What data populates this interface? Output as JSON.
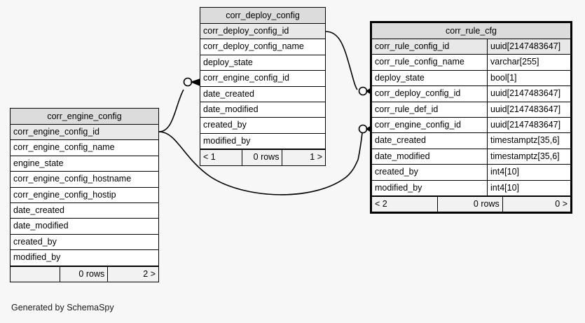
{
  "diagram": {
    "footer_text": "Generated by SchemaSpy",
    "background_color": "#f7f7f7",
    "line_color": "#000000",
    "header_fill": "#dcdcdc",
    "pk_fill": "#e8e8e8"
  },
  "tables": [
    {
      "id": "corr_engine_config",
      "title": "corr_engine_config",
      "columns": [
        {
          "name": "corr_engine_config_id",
          "type": "",
          "pk": true
        },
        {
          "name": "corr_engine_config_name",
          "type": "",
          "pk": false
        },
        {
          "name": "engine_state",
          "type": "",
          "pk": false
        },
        {
          "name": "corr_engine_config_hostname",
          "type": "",
          "pk": false
        },
        {
          "name": "corr_engine_config_hostip",
          "type": "",
          "pk": false
        },
        {
          "name": "date_created",
          "type": "",
          "pk": false
        },
        {
          "name": "date_modified",
          "type": "",
          "pk": false
        },
        {
          "name": "created_by",
          "type": "",
          "pk": false
        },
        {
          "name": "modified_by",
          "type": "",
          "pk": false
        }
      ],
      "footer": {
        "prev": "",
        "rows": "0 rows",
        "next": "2 >"
      }
    },
    {
      "id": "corr_deploy_config",
      "title": "corr_deploy_config",
      "columns": [
        {
          "name": "corr_deploy_config_id",
          "type": "",
          "pk": true
        },
        {
          "name": "corr_deploy_config_name",
          "type": "",
          "pk": false
        },
        {
          "name": "deploy_state",
          "type": "",
          "pk": false
        },
        {
          "name": "corr_engine_config_id",
          "type": "",
          "pk": false
        },
        {
          "name": "date_created",
          "type": "",
          "pk": false
        },
        {
          "name": "date_modified",
          "type": "",
          "pk": false
        },
        {
          "name": "created_by",
          "type": "",
          "pk": false
        },
        {
          "name": "modified_by",
          "type": "",
          "pk": false
        }
      ],
      "footer": {
        "prev": "< 1",
        "rows": "0 rows",
        "next": "1 >"
      }
    },
    {
      "id": "corr_rule_cfg",
      "title": "corr_rule_cfg",
      "columns": [
        {
          "name": "corr_rule_config_id",
          "type": "uuid[2147483647]",
          "pk": true
        },
        {
          "name": "corr_rule_config_name",
          "type": "varchar[255]",
          "pk": false
        },
        {
          "name": "deploy_state",
          "type": "bool[1]",
          "pk": false
        },
        {
          "name": "corr_deploy_config_id",
          "type": "uuid[2147483647]",
          "pk": false
        },
        {
          "name": "corr_rule_def_id",
          "type": "uuid[2147483647]",
          "pk": false
        },
        {
          "name": "corr_engine_config_id",
          "type": "uuid[2147483647]",
          "pk": false
        },
        {
          "name": "date_created",
          "type": "timestamptz[35,6]",
          "pk": false
        },
        {
          "name": "date_modified",
          "type": "timestamptz[35,6]",
          "pk": false
        },
        {
          "name": "created_by",
          "type": "int4[10]",
          "pk": false
        },
        {
          "name": "modified_by",
          "type": "int4[10]",
          "pk": false
        }
      ],
      "footer": {
        "prev": "< 2",
        "rows": "0 rows",
        "next": "0 >"
      }
    }
  ],
  "relationships": [
    {
      "id": "engine-to-deploy",
      "from_table": "corr_engine_config",
      "from_column": "corr_engine_config_id",
      "to_table": "corr_deploy_config",
      "to_column": "corr_engine_config_id",
      "from_marker": "none",
      "to_marker": "crowsfoot-optional"
    },
    {
      "id": "deploy-to-rule",
      "from_table": "corr_deploy_config",
      "from_column": "corr_deploy_config_id",
      "to_table": "corr_rule_cfg",
      "to_column": "corr_deploy_config_id",
      "from_marker": "none",
      "to_marker": "crowsfoot-optional"
    },
    {
      "id": "engine-to-rule",
      "from_table": "corr_engine_config",
      "from_column": "corr_engine_config_id",
      "to_table": "corr_rule_cfg",
      "to_column": "corr_engine_config_id",
      "from_marker": "none",
      "to_marker": "crowsfoot-optional"
    }
  ]
}
